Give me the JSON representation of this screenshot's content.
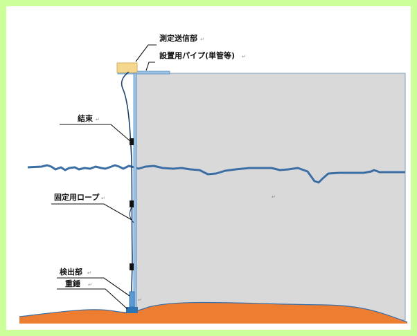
{
  "labels": {
    "transmitter": "測定送信部",
    "pipe": "設置用パイプ(単管等)",
    "binding": "結束",
    "rope": "固定用ロープ",
    "detector": "検出部",
    "weight": "重錘"
  },
  "colors": {
    "frame": "#ccff99",
    "pool": "#d9d9d9",
    "water_line": "#3a6ea5",
    "ground": "#ed7d31",
    "transmitter_box": "#f5d78e",
    "pipe": "#9dc3e6"
  }
}
